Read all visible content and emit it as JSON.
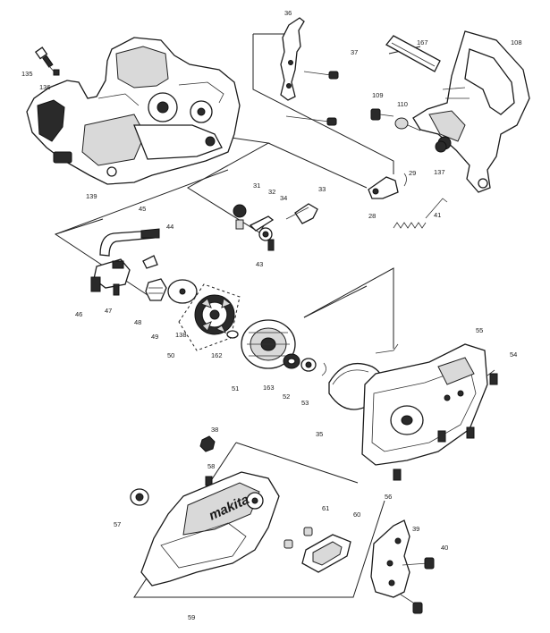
{
  "diagram": {
    "brand_text": "makita",
    "part_numbers": {
      "p135": "135",
      "p136": "136",
      "p139": "139",
      "p36": "36",
      "p37": "37",
      "p167": "167",
      "p108": "108",
      "p109": "109",
      "p110": "110",
      "p137": "137",
      "p31": "31",
      "p32": "32",
      "p34": "34",
      "p33": "33",
      "p29": "29",
      "p28": "28",
      "p41": "41",
      "p45": "45",
      "p44": "44",
      "p43": "43",
      "p46": "46",
      "p47": "47",
      "p48": "48",
      "p49": "49",
      "p138": "138",
      "p50": "50",
      "p162": "162",
      "p51": "51",
      "p163": "163",
      "p52": "52",
      "p53": "53",
      "p55": "55",
      "p54": "54",
      "p35": "35",
      "p56": "56",
      "p38": "38",
      "p58": "58",
      "p57": "57",
      "p61": "61",
      "p60": "60",
      "p39": "39",
      "p40": "40",
      "p59": "59"
    }
  }
}
